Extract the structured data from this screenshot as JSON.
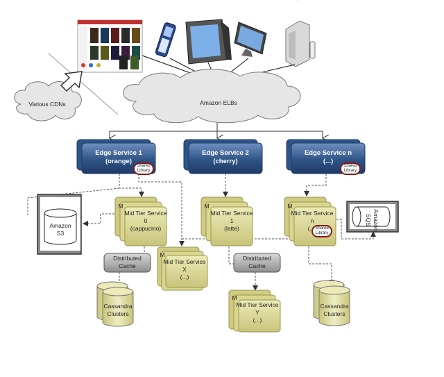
{
  "cdn": {
    "label": "Various CDNs"
  },
  "elb": {
    "label": "Amazon ELBs"
  },
  "edge_services": [
    {
      "title": "Edge Service 1\n(orange)",
      "badge": "Shared\nLibrary"
    },
    {
      "title": "Edge Service 2\n(cherry)"
    },
    {
      "title": "Edge Service n\n(...)",
      "badge": "Shared\nLibrary"
    }
  ],
  "mid_tier_services": [
    {
      "title": "Mid Tier Service\n0\n(cappucino)",
      "stack_letter": "M"
    },
    {
      "title": "Mid Tier Service\n1\n(latte)",
      "stack_letter": "M"
    },
    {
      "title": "Mid Tier Service\nn\n(...)",
      "stack_letter": "M",
      "badge": "Shared\nLibrary"
    },
    {
      "title": "Mid Tier Service\nX\n(...)",
      "stack_letter": "M"
    },
    {
      "title": "Mid Tier Service\nY\n(...)",
      "stack_letter": "M"
    }
  ],
  "caches": [
    {
      "label": "Distributed\nCache"
    },
    {
      "label": "Distributed\nCache"
    }
  ],
  "cassandra": [
    {
      "label": "Cassandra\nClusters"
    },
    {
      "label": "Cassandra\nClusters"
    }
  ],
  "s3": {
    "label": "Amazon\nS3"
  },
  "sqs": {
    "label": "Amazon\nSQS"
  },
  "devices": [
    "web-browser-screenshot",
    "mobile-phone-icon",
    "crt-tv-icon",
    "flat-monitor-icon",
    "game-console-icon"
  ],
  "colors": {
    "edge_blue": "#2f5487",
    "mid_green": "#dcd990",
    "cache_gray": "#a9a9a9",
    "cloud_gray": "#e6e6e6",
    "badge_red": "#8b1a1a"
  }
}
